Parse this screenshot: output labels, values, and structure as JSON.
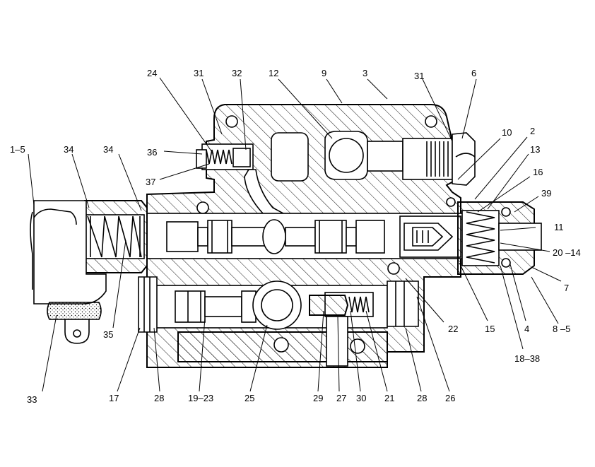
{
  "callouts": [
    {
      "id": "c-1-5",
      "text": "1–5"
    },
    {
      "id": "c-34a",
      "text": "34"
    },
    {
      "id": "c-34b",
      "text": "34"
    },
    {
      "id": "c-36",
      "text": "36"
    },
    {
      "id": "c-24",
      "text": "24"
    },
    {
      "id": "c-31a",
      "text": "31"
    },
    {
      "id": "c-32",
      "text": "32"
    },
    {
      "id": "c-12",
      "text": "12"
    },
    {
      "id": "c-9",
      "text": "9"
    },
    {
      "id": "c-3",
      "text": "3"
    },
    {
      "id": "c-31b",
      "text": "31"
    },
    {
      "id": "c-6",
      "text": "6"
    },
    {
      "id": "c-10",
      "text": "10"
    },
    {
      "id": "c-2",
      "text": "2"
    },
    {
      "id": "c-13",
      "text": "13"
    },
    {
      "id": "c-16",
      "text": "16"
    },
    {
      "id": "c-39",
      "text": "39"
    },
    {
      "id": "c-11",
      "text": "11"
    },
    {
      "id": "c-20-14",
      "text": "20 –14"
    },
    {
      "id": "c-7",
      "text": "7"
    },
    {
      "id": "c-37",
      "text": "37"
    },
    {
      "id": "c-35",
      "text": "35"
    },
    {
      "id": "c-22",
      "text": "22"
    },
    {
      "id": "c-15",
      "text": "15"
    },
    {
      "id": "c-4",
      "text": "4"
    },
    {
      "id": "c-8-5",
      "text": "8 –5"
    },
    {
      "id": "c-18-38",
      "text": "18–38"
    },
    {
      "id": "c-33",
      "text": "33"
    },
    {
      "id": "c-17",
      "text": "17"
    },
    {
      "id": "c-28a",
      "text": "28"
    },
    {
      "id": "c-19-23",
      "text": "19–23"
    },
    {
      "id": "c-25",
      "text": "25"
    },
    {
      "id": "c-29",
      "text": "29"
    },
    {
      "id": "c-27",
      "text": "27"
    },
    {
      "id": "c-30",
      "text": "30"
    },
    {
      "id": "c-21",
      "text": "21"
    },
    {
      "id": "c-28b",
      "text": "28"
    },
    {
      "id": "c-26",
      "text": "26"
    }
  ]
}
